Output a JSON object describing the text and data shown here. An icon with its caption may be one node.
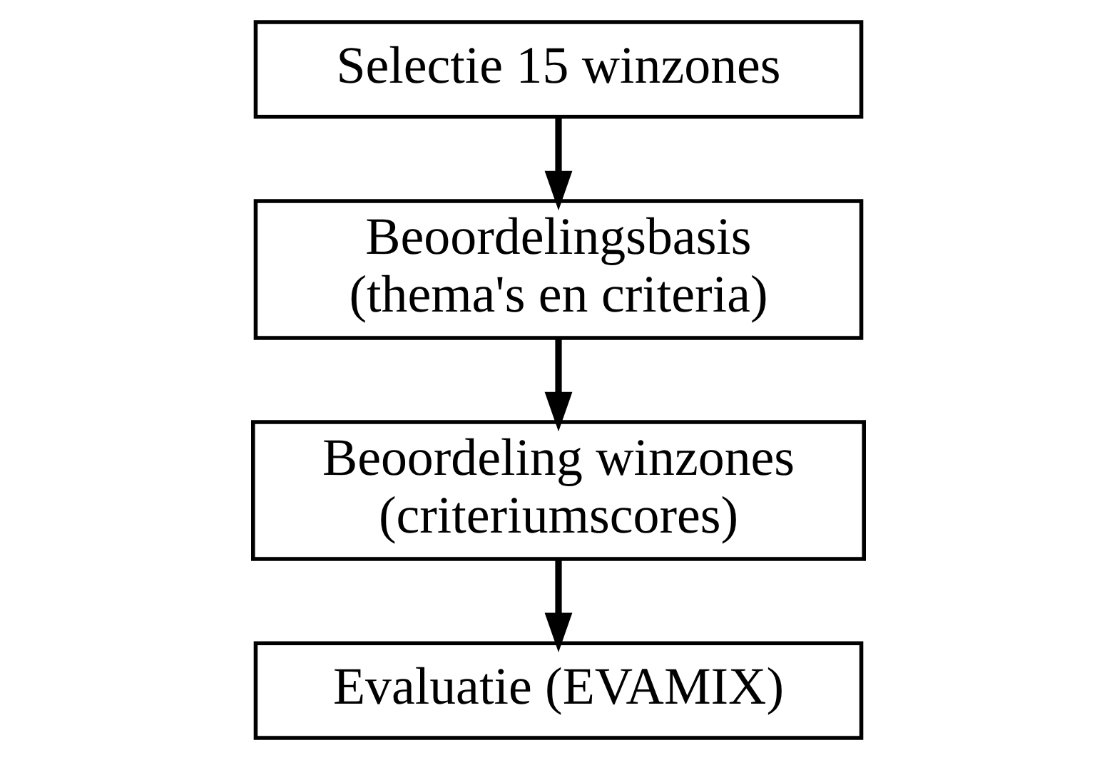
{
  "diagram": {
    "nodes": [
      {
        "text": [
          "Selectie 15 winzones"
        ]
      },
      {
        "text": [
          "Beoordelingsbasis (thema's en criteria)"
        ]
      },
      {
        "text": [
          "Beoordeling winzones (criteriumscores)"
        ]
      },
      {
        "text": [
          "Evaluatie (EVAMIX)"
        ]
      }
    ],
    "edges": [
      {
        "from": 0,
        "to": 1,
        "arrow": "to"
      },
      {
        "from": 1,
        "to": 2,
        "arrow": "to"
      },
      {
        "from": 2,
        "to": 3,
        "arrow": "to"
      }
    ]
  }
}
